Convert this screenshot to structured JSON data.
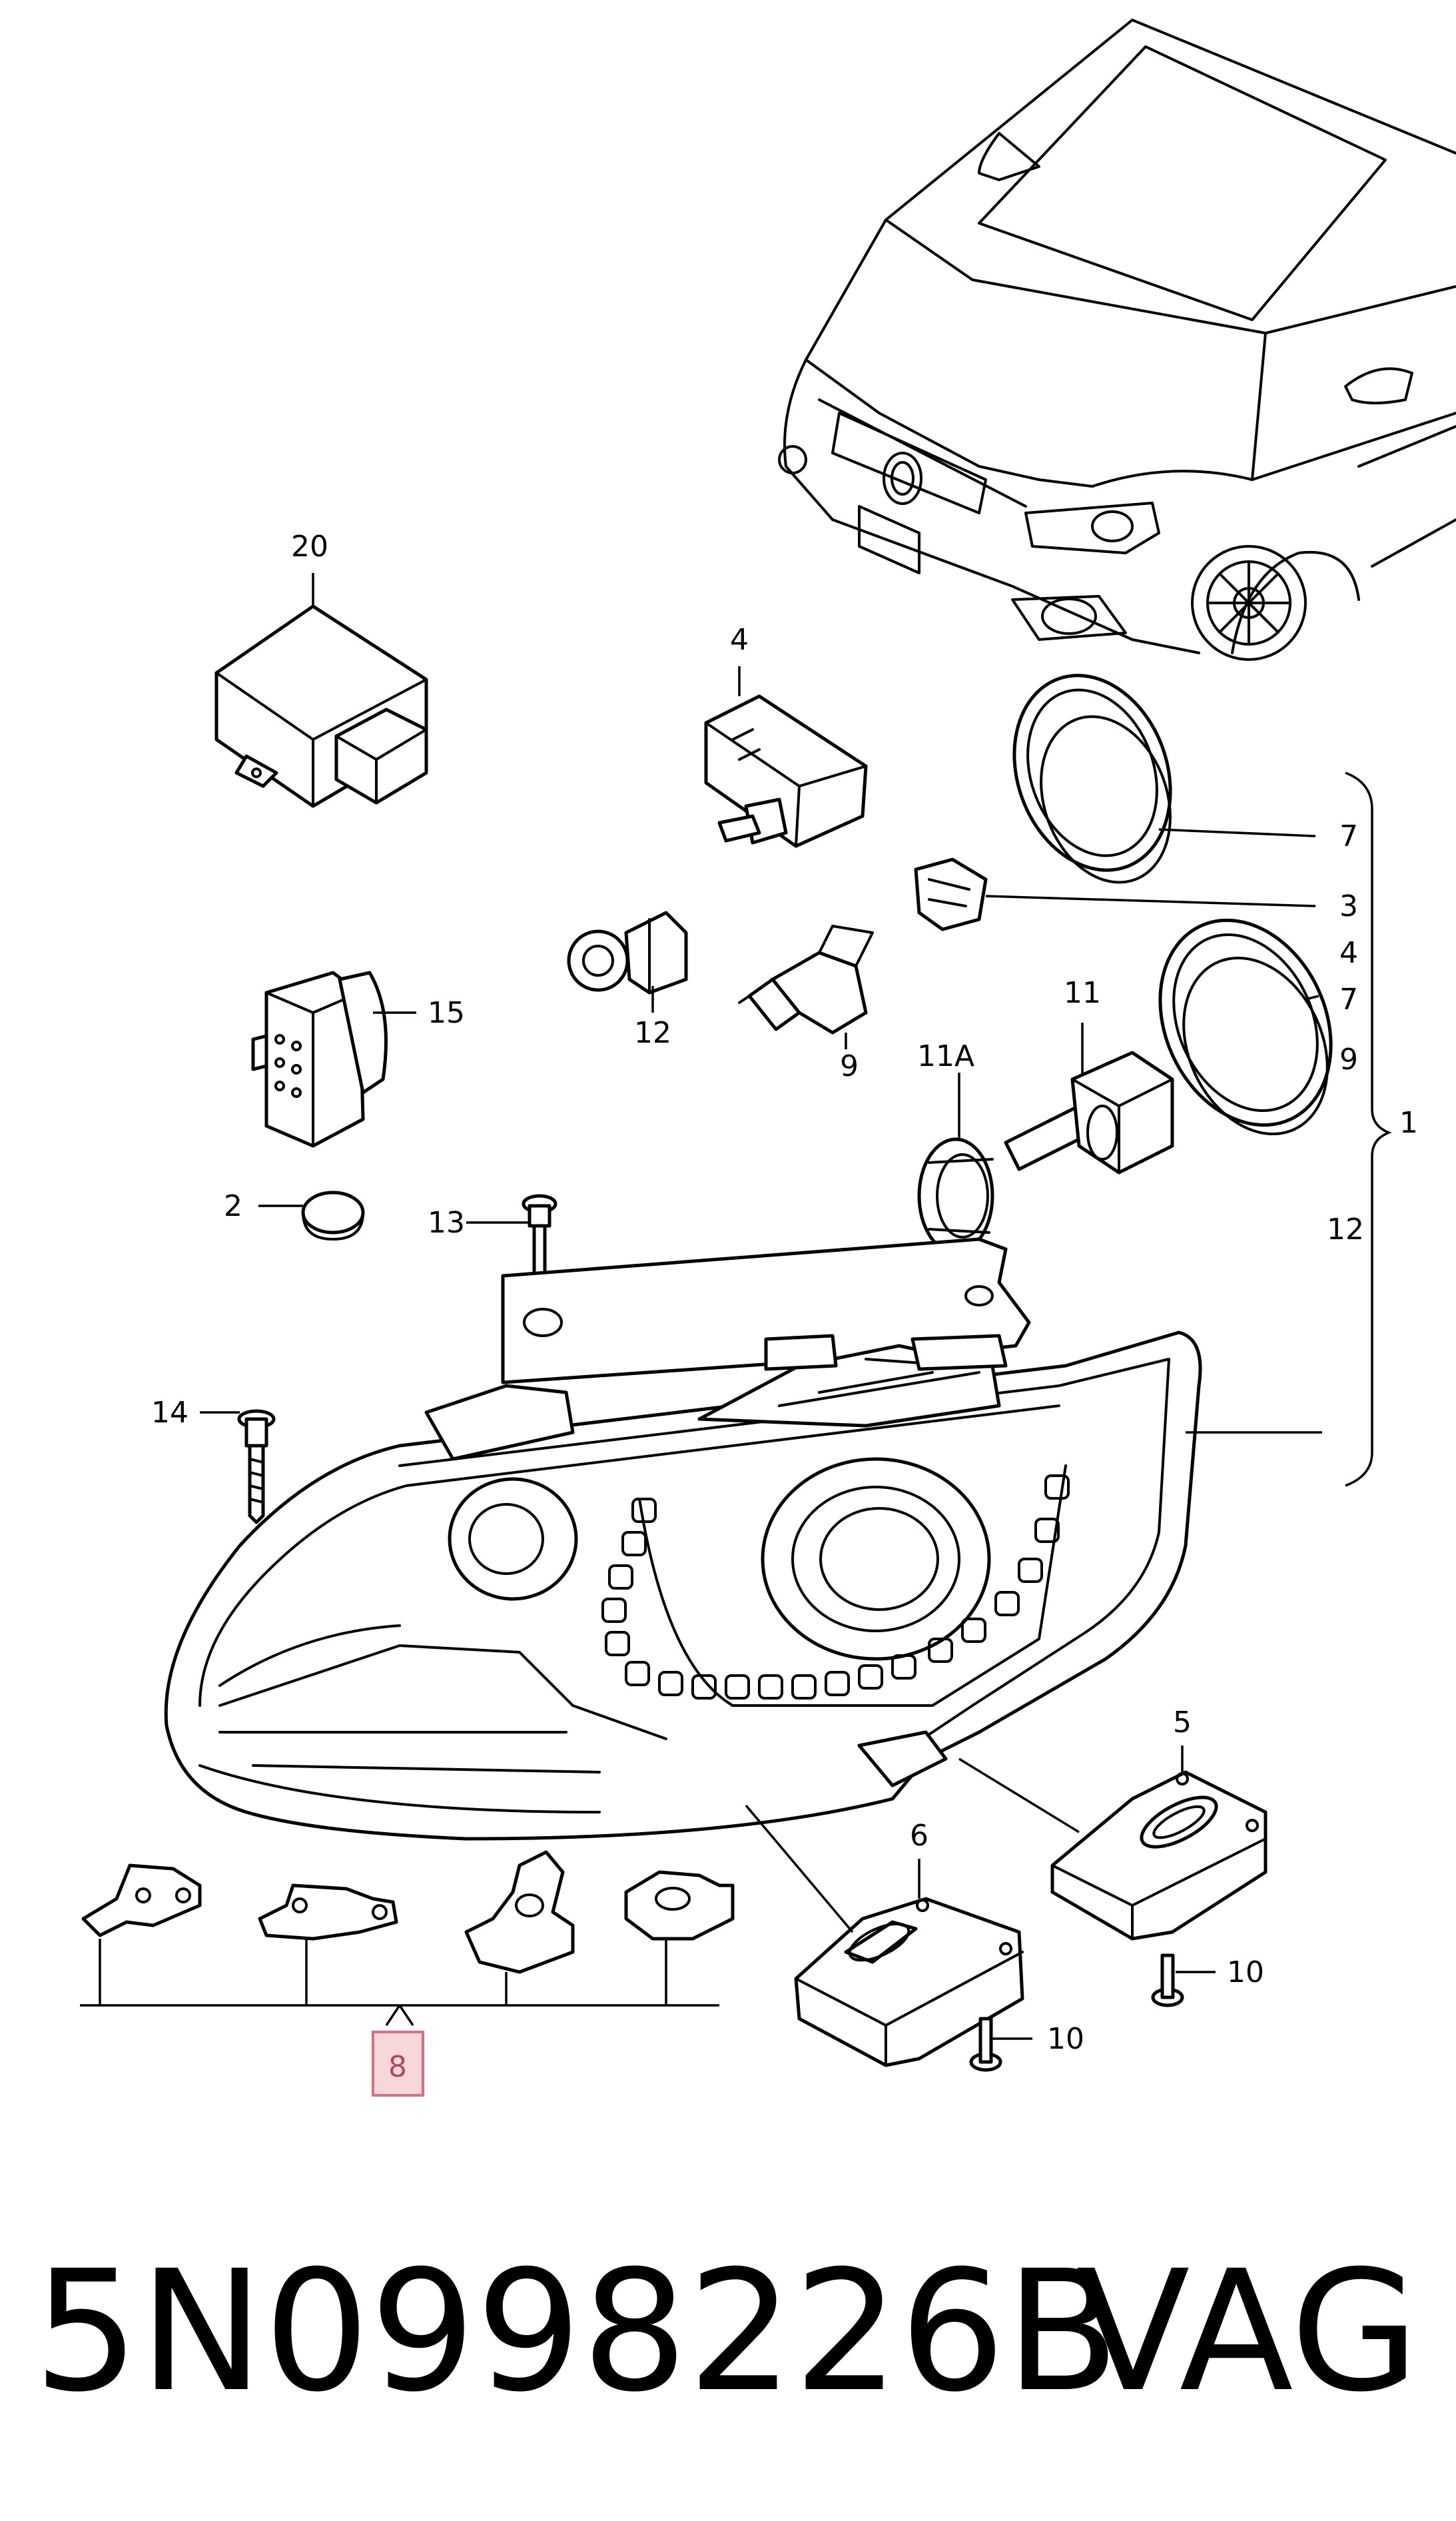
{
  "callouts": {
    "c1": "1",
    "c2": "2",
    "c3": "3",
    "c4_top": "4",
    "c4_bracket": "4",
    "c5": "5",
    "c6": "6",
    "c7_top": "7",
    "c7_mid": "7",
    "c8": "8",
    "c9_bulb": "9",
    "c9_bracket": "9",
    "c10_a": "10",
    "c10_b": "10",
    "c11": "11",
    "c11a": "11A",
    "c12_bulb": "12",
    "c12_bracket": "12",
    "c13": "13",
    "c14": "14",
    "c15": "15",
    "c20": "20"
  },
  "footer": {
    "part_number": "5N0998226B",
    "brand": "VAG"
  },
  "colors": {
    "highlight_fill": "#f7d7dc",
    "highlight_stroke": "#d9707e",
    "line": "#000000"
  }
}
